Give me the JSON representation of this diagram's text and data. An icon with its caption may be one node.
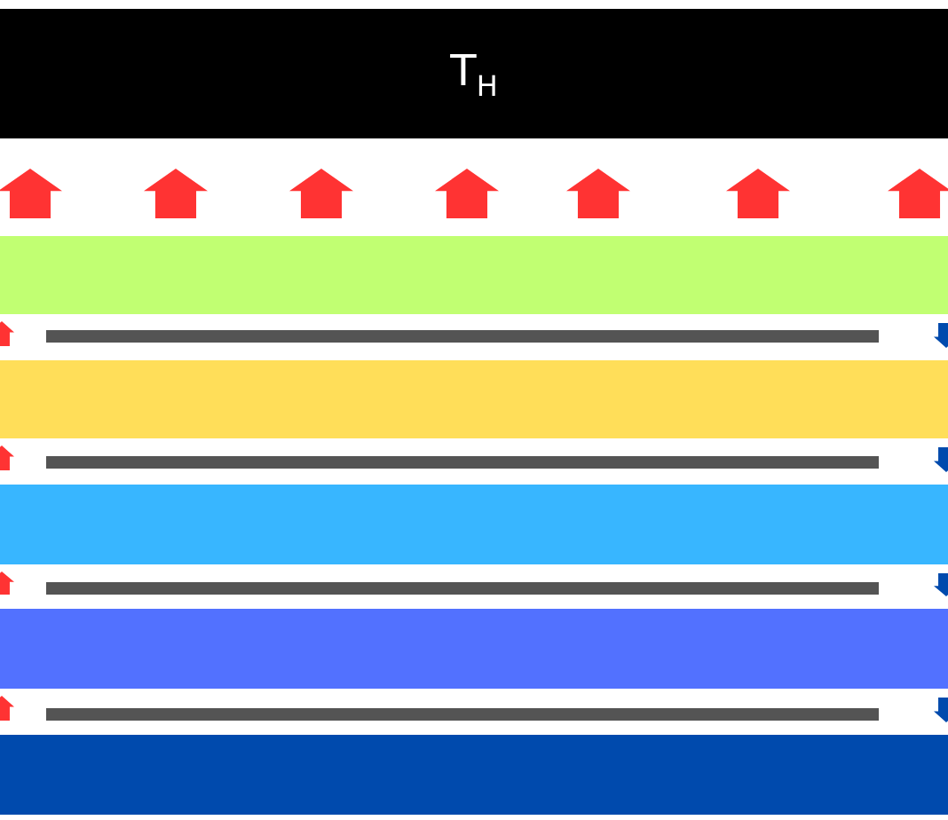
{
  "diagram": {
    "nodes": [
      {
        "text": [
          "T$_{H}$"
        ]
      },
      {
        "text": [],
        "shape": "bar"
      },
      {
        "text": [],
        "shape": "bar"
      },
      {
        "text": [],
        "shape": "bar"
      },
      {
        "text": [],
        "shape": "bar"
      },
      {
        "text": [],
        "shape": "bar"
      }
    ],
    "edges": [
      {
        "from": 1,
        "to": 0,
        "arrow": "to"
      },
      {
        "from": 1,
        "to": 0,
        "arrow": "to"
      },
      {
        "from": 1,
        "to": 0,
        "arrow": "to"
      },
      {
        "from": 1,
        "to": 0,
        "arrow": "to"
      },
      {
        "from": 1,
        "to": 0,
        "arrow": "to"
      },
      {
        "from": 1,
        "to": 0,
        "arrow": "to"
      },
      {
        "from": 1,
        "to": 0,
        "arrow": "to"
      },
      {
        "from": 2,
        "to": 1,
        "arrow": "to"
      },
      {
        "from": 1,
        "to": 2,
        "arrow": "to",
        "color": "#004aad"
      },
      {
        "from": 3,
        "to": 2,
        "arrow": "to"
      },
      {
        "from": 2,
        "to": 3,
        "arrow": "to",
        "color": "#004aad"
      },
      {
        "from": 4,
        "to": 3,
        "arrow": "to"
      },
      {
        "from": 3,
        "to": 4,
        "arrow": "to",
        "color": "#004aad"
      },
      {
        "from": 5,
        "to": 4,
        "arrow": "to"
      },
      {
        "from": 4,
        "to": 5,
        "arrow": "to",
        "color": "#004aad"
      }
    ]
  }
}
